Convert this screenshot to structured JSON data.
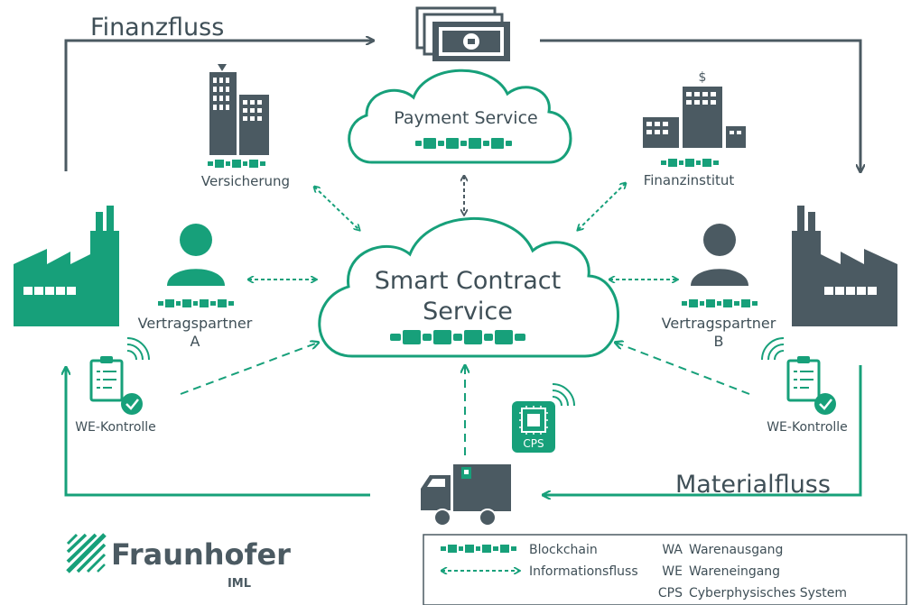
{
  "colors": {
    "green": "#17a07a",
    "gray": "#4b5a62",
    "text": "#3f4f57",
    "white": "#ffffff"
  },
  "flows": {
    "finance": "Finanzfluss",
    "material": "Materialfluss"
  },
  "nodes": {
    "payment": "Payment Service",
    "smart_line1": "Smart Contract",
    "smart_line2": "Service",
    "insurance": "Versicherung",
    "bank": "Finanzinstitut",
    "partner_a_line1": "Vertragspartner",
    "partner_a_line2": "A",
    "partner_b_line1": "Vertragspartner",
    "partner_b_line2": "B",
    "we_left": "WE-Kontrolle",
    "we_right": "WE-Kontrolle",
    "cps": "CPS",
    "bank_symbol": "$"
  },
  "logo": {
    "name": "Fraunhofer",
    "institute": "IML"
  },
  "legend": {
    "blockchain": "Blockchain",
    "information": "Informationsfluss",
    "wa_abbr": "WA",
    "wa_text": "Warenausgang",
    "we_abbr": "WE",
    "we_text": "Wareneingang",
    "cps_abbr": "CPS",
    "cps_text": "Cyberphysisches System"
  },
  "icons": [
    "money-icon",
    "cloud-icon",
    "blockchain-icon",
    "building-icon",
    "person-icon",
    "factory-icon",
    "checklist-icon",
    "truck-icon",
    "chip-icon",
    "wifi-icon",
    "fraunhofer-logo-icon"
  ]
}
